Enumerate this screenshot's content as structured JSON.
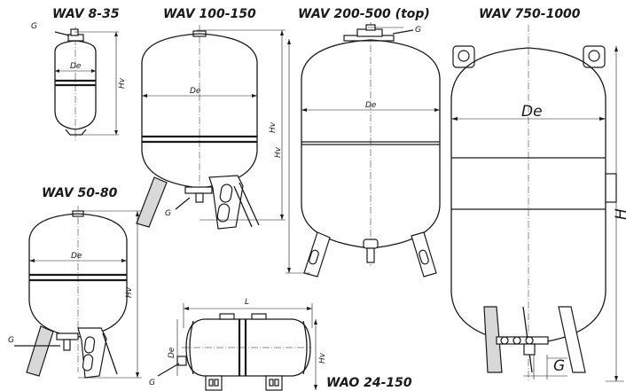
{
  "titles": {
    "wav_8_35": "WAV 8-35",
    "wav_100_150": "WAV 100-150",
    "wav_200_500": "WAV 200-500 (top)",
    "wav_750_1000": "WAV 750-1000",
    "wav_50_80": "WAV 50-80",
    "wao_24_150": "WAO 24-150"
  },
  "dims": {
    "g": "G",
    "de": "De",
    "hv": "Hv",
    "h": "H",
    "l": "L"
  }
}
